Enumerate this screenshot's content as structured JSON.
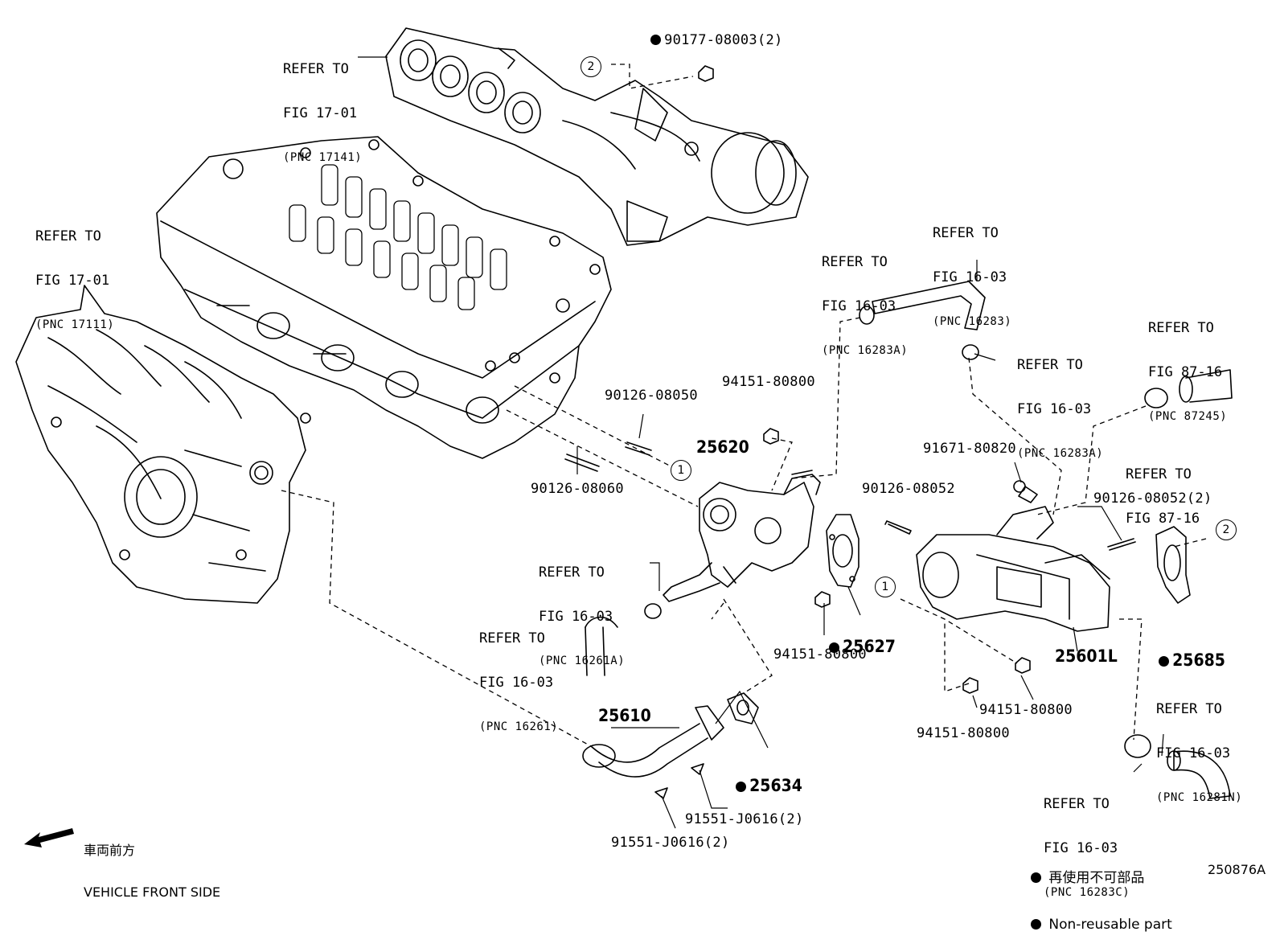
{
  "refs": {
    "exhaust_manifold": {
      "l1": "REFER TO",
      "l2": "FIG 17-01",
      "l3": "(PNC 17141)"
    },
    "intake_manifold": {
      "l1": "REFER TO",
      "l2": "FIG 17-01",
      "l3": "(PNC 17111)"
    },
    "hose_16283a_top": {
      "l1": "REFER TO",
      "l2": "FIG 16-03",
      "l3": "(PNC 16283A)"
    },
    "hose_16283": {
      "l1": "REFER TO",
      "l2": "FIG 16-03",
      "l3": "(PNC 16283)"
    },
    "clamp_16283a_right": {
      "l1": "REFER TO",
      "l2": "FIG 16-03",
      "l3": "(PNC 16283A)"
    },
    "hose_87245": {
      "l1": "REFER TO",
      "l2": "FIG 87-16",
      "l3": "(PNC 87245)"
    },
    "clamp_87_16": {
      "l1": "REFER TO",
      "l2": "FIG 87-16"
    },
    "clamp_16261a": {
      "l1": "REFER TO",
      "l2": "FIG 16-03",
      "l3": "(PNC 16261A)"
    },
    "hose_16261": {
      "l1": "REFER TO",
      "l2": "FIG 16-03",
      "l3": "(PNC 16261)"
    },
    "hose_16281n": {
      "l1": "REFER TO",
      "l2": "FIG 16-03",
      "l3": "(PNC 16281N)"
    },
    "clamp_16283c": {
      "l1": "REFER TO",
      "l2": "FIG 16-03",
      "l3": "(PNC 16283C)"
    }
  },
  "parts": {
    "nut_top": "90177-08003(2)",
    "stud_90126_08050": "90126-08050",
    "stud_90126_08060": "90126-08060",
    "nut_94151_top": "94151-80800",
    "egr_valve": "25620",
    "stud_90126_08052": "90126-08052",
    "bolt_91671": "91671-80820",
    "stud_90126_08052_2": "90126-08052(2)",
    "gasket_25627": "25627",
    "nut_94151_mid": "94151-80800",
    "cooler_25601l": "25601L",
    "gasket_25685": "25685",
    "nut_94151_right": "94151-80800",
    "nut_94151_bottom": "94151-80800",
    "pipe_25610": "25610",
    "gasket_25634": "25634",
    "bolt_91551_a": "91551-J0616(2)",
    "bolt_91551_b": "91551-J0616(2)"
  },
  "callouts": {
    "c1": "1",
    "c2": "2"
  },
  "direction": {
    "jp": "車両前方",
    "en": "VEHICLE FRONT SIDE"
  },
  "legend": {
    "jp": "再使用不可部品",
    "en": "Non-reusable part"
  },
  "figure_id": "250876A"
}
